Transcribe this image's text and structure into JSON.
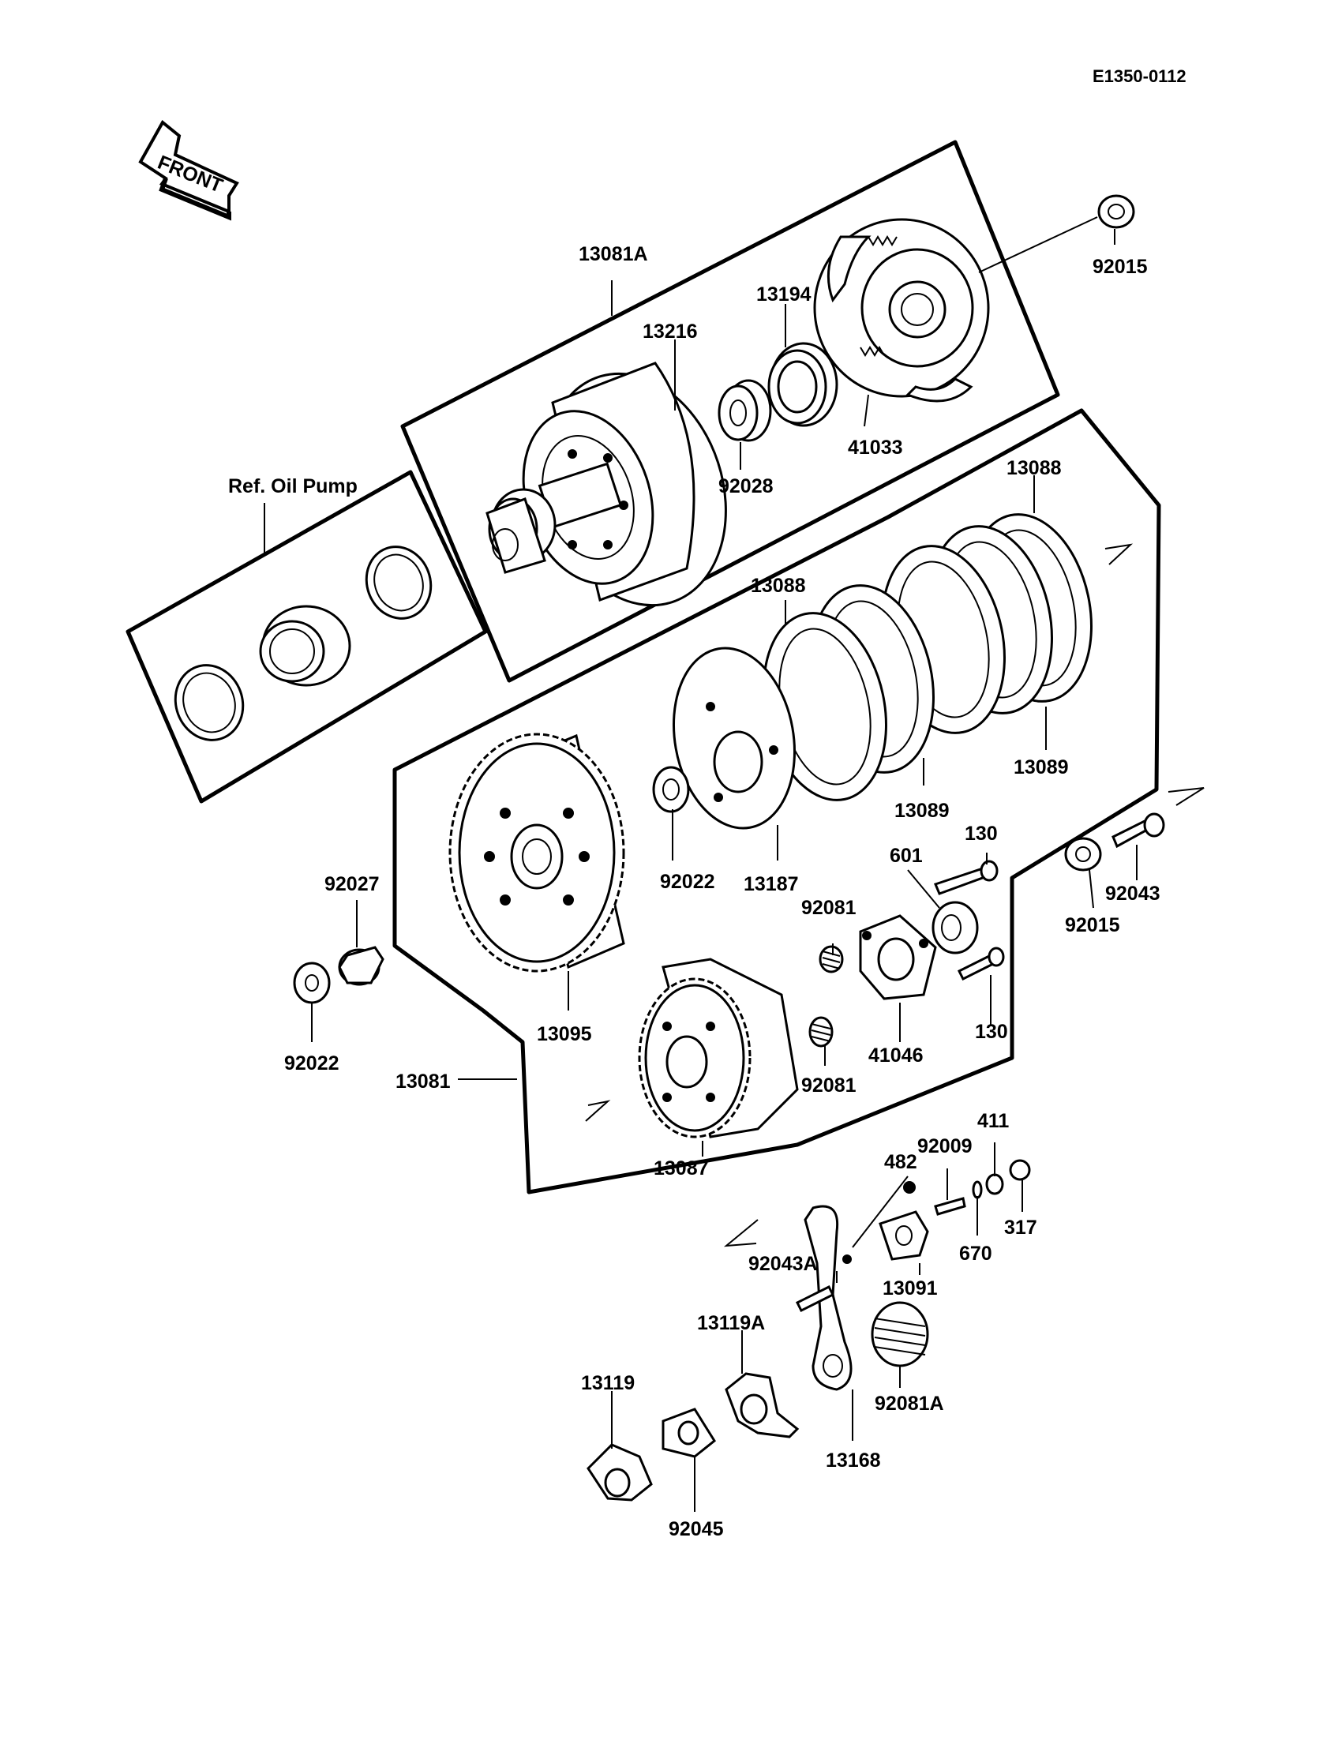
{
  "drawing_code": "E1350-0112",
  "front_arrow_label": "FRONT",
  "callouts": {
    "c_13081A": "13081A",
    "c_13216": "13216",
    "c_13194": "13194",
    "c_92015_top": "92015",
    "c_41033": "41033",
    "c_92028": "92028",
    "c_ref_oil_pump": "Ref. Oil Pump",
    "c_13088_top": "13088",
    "c_13088_mid": "13088",
    "c_13089_right": "13089",
    "c_13089_mid": "13089",
    "c_13187": "13187",
    "c_92022_mid": "92022",
    "c_92027": "92027",
    "c_92022_left": "92022",
    "c_13095": "13095",
    "c_13081": "13081",
    "c_130_top": "130",
    "c_601": "601",
    "c_92043": "92043",
    "c_92015_right": "92015",
    "c_92081_top": "92081",
    "c_41046": "41046",
    "c_130_bottom": "130",
    "c_92081_mid": "92081",
    "c_13087": "13087",
    "c_411": "411",
    "c_92009": "92009",
    "c_482": "482",
    "c_317": "317",
    "c_670": "670",
    "c_92043A": "92043A",
    "c_13091": "13091",
    "c_13119A": "13119A",
    "c_13119": "13119",
    "c_92081A": "92081A",
    "c_13168": "13168",
    "c_92045": "92045"
  }
}
